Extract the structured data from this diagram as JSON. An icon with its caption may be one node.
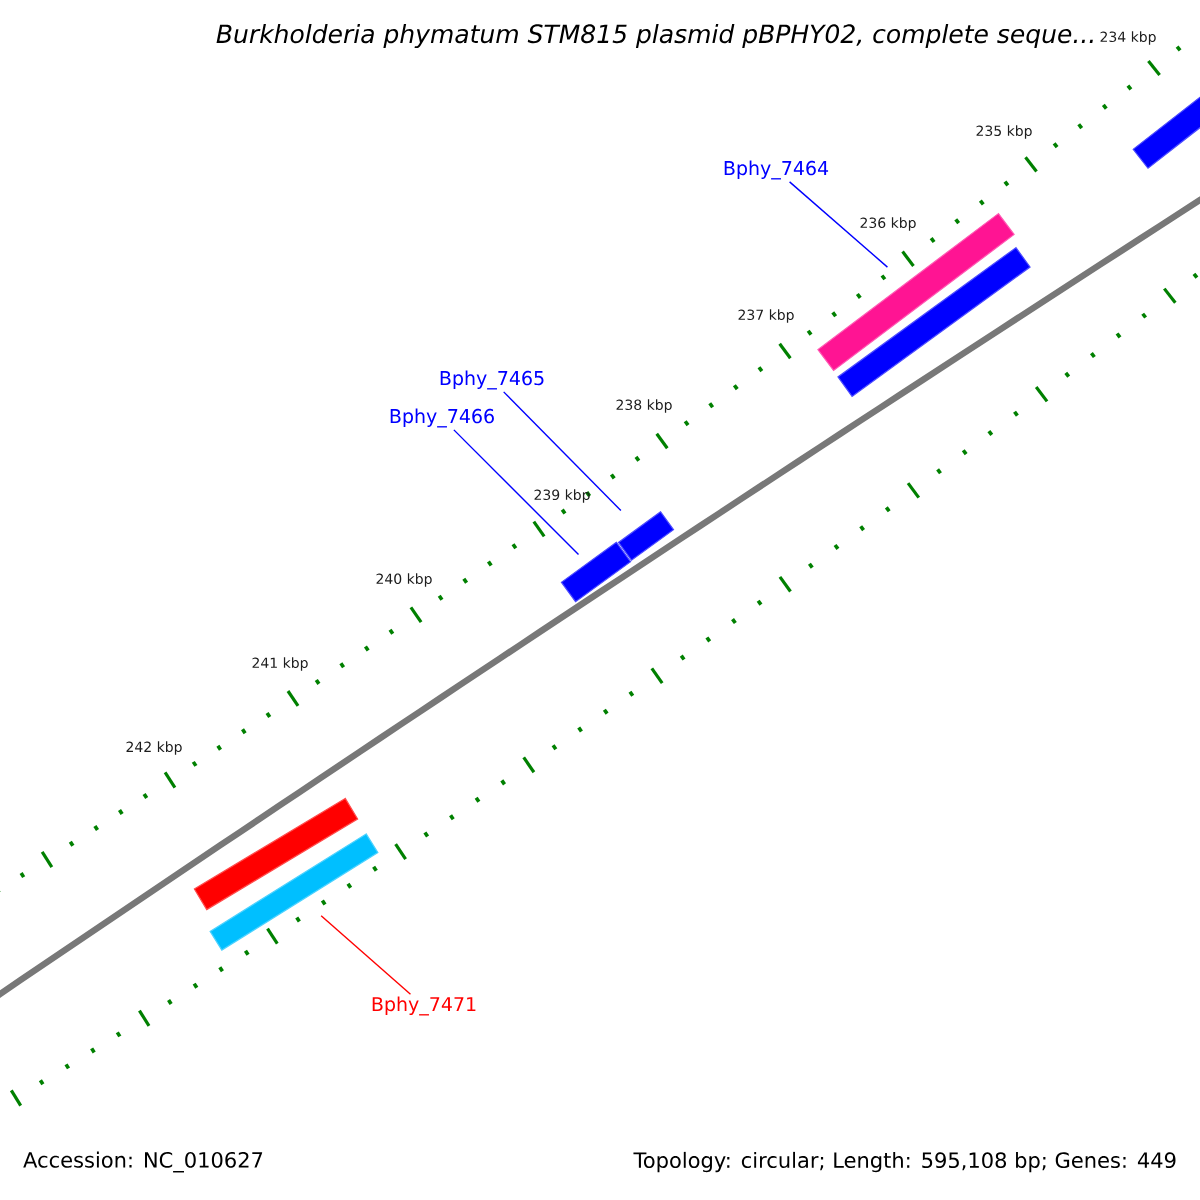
{
  "diagram": {
    "title": "Burkholderia phymatum STM815 plasmid pBPHY02, complete seque...",
    "nodes": [
      {
        "text": [
          "Bphy_7464"
        ]
      },
      {
        "text": [
          "Bphy_7465"
        ]
      },
      {
        "text": [
          "Bphy_7466"
        ]
      },
      {
        "text": [
          "Bphy_7471"
        ]
      },
      {
        "text": [],
        "shape": "bar"
      },
      {
        "text": [],
        "shape": "bar"
      },
      {
        "text": [],
        "shape": "bar"
      },
      {
        "text": [],
        "shape": "bar"
      },
      {
        "text": [],
        "shape": "bar"
      },
      {
        "text": [],
        "shape": "bar"
      },
      {
        "text": [],
        "shape": "bar"
      }
    ],
    "edges": [
      {
        "from": 0,
        "to": 8,
        "arrow": "none"
      },
      {
        "from": 1,
        "to": 7,
        "arrow": "none"
      },
      {
        "from": 2,
        "to": 6,
        "arrow": "none"
      },
      {
        "from": 3,
        "to": 5,
        "arrow": "none",
        "color": "#ff0000"
      }
    ],
    "labels": [
      "234 kbp",
      "235 kbp",
      "236 kbp",
      "237 kbp",
      "238 kbp",
      "239 kbp",
      "240 kbp",
      "241 kbp",
      "242 kbp",
      "Accession: NC_010627",
      "Topology: circular; Length: 595,108 bp; Genes: 449"
    ]
  }
}
